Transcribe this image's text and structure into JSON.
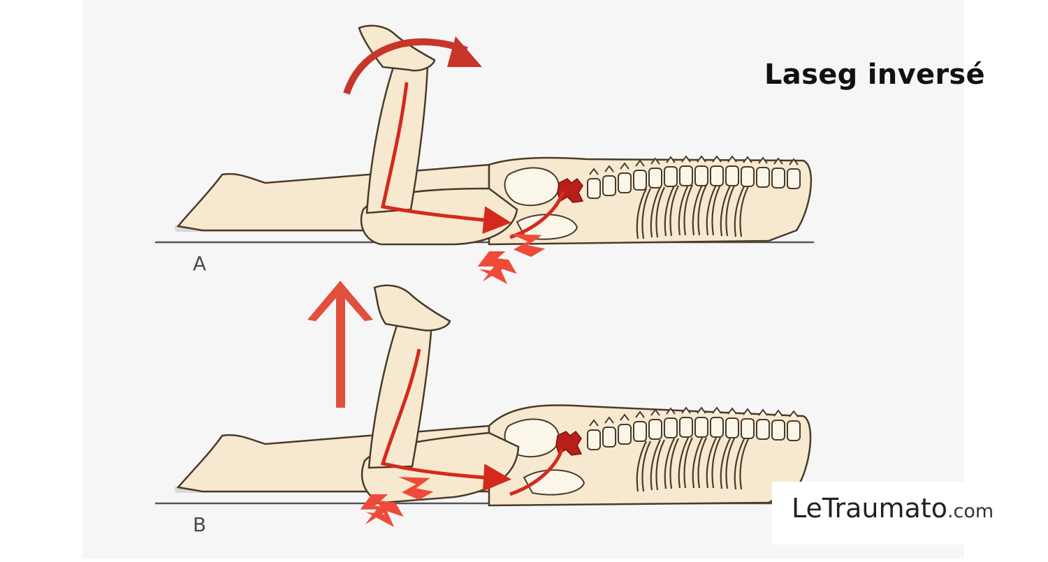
{
  "title": "Laseg inversé",
  "panels": [
    {
      "label": "A"
    },
    {
      "label": "B"
    }
  ],
  "watermark": {
    "main": "LeTraumato",
    "suffix": ".com"
  },
  "colors": {
    "background": "#ffffff",
    "panel_bg": "#f6f6f6",
    "skin": "#f7e9cf",
    "outline": "#4a3a2a",
    "bone": "#fbf6ea",
    "nerve_arrow": "#d42a1e",
    "pain_bolt": "#ef4a3a",
    "lift_arrow": "#e0503c",
    "floor_line": "#555555"
  }
}
